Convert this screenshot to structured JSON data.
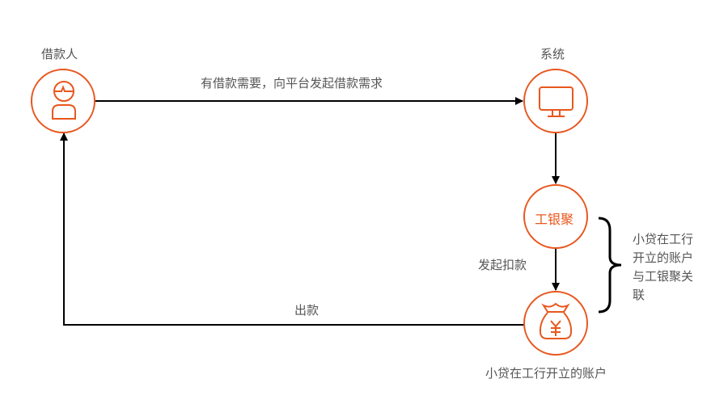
{
  "nodes": {
    "borrower": "借款人",
    "system": "系统",
    "icbc": "工银聚",
    "account": "小贷在工行开立的账户"
  },
  "edges": {
    "request": "有借款需要，向平台发起借款需求",
    "deduct": "发起扣款",
    "payout": "出款"
  },
  "brace_note": [
    "小贷在工行",
    "开立的账户",
    "与工银聚关",
    "联"
  ],
  "colors": {
    "accent": "#e8571e",
    "line": "#000000"
  }
}
